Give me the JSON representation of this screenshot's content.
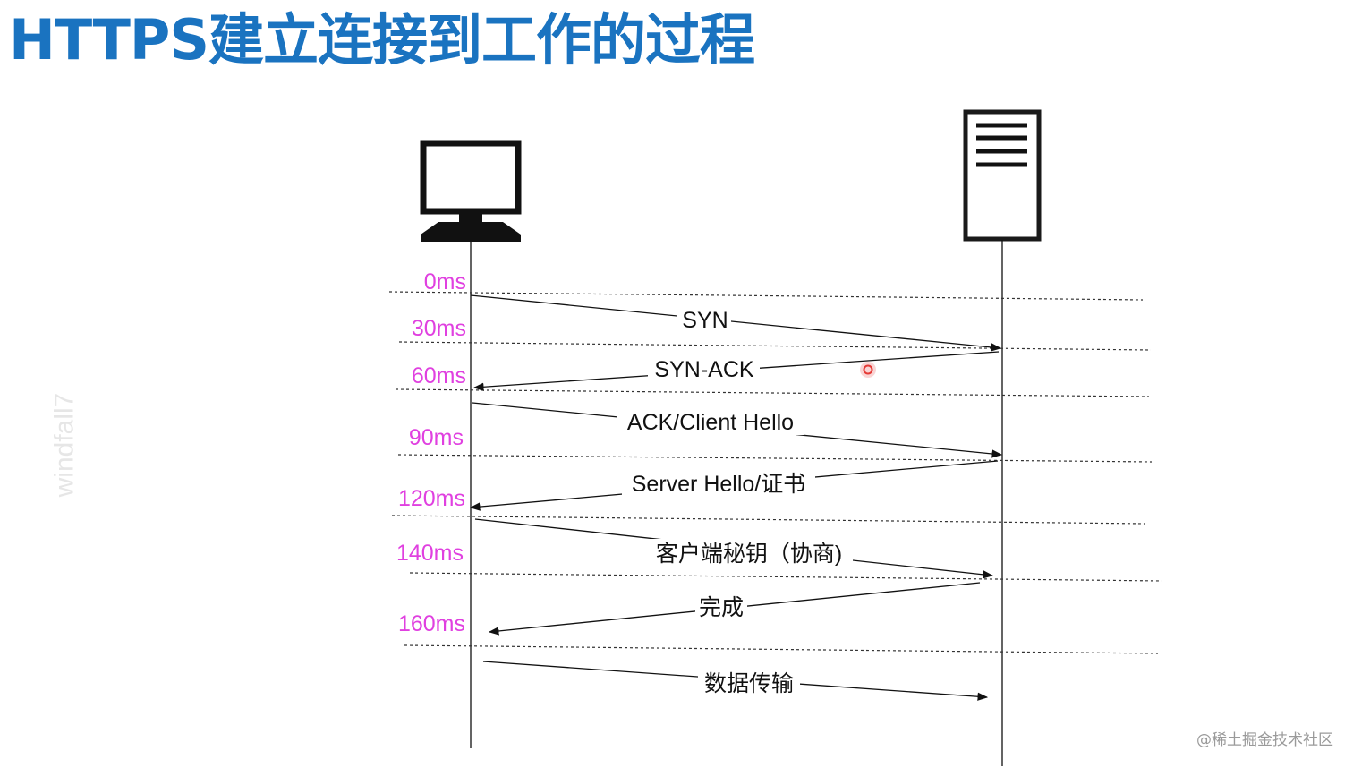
{
  "title": "HTTPS建立连接到工作的过程",
  "watermark_left": "windfall7",
  "watermark_br": "@稀土掘金技术社区",
  "colors": {
    "title": "#1a73c0",
    "time": "#e040e0",
    "line": "#111111",
    "pointer": "#e53935"
  },
  "icons": {
    "client": "computer-monitor-icon",
    "server": "server-icon"
  },
  "timeline": [
    {
      "label": "0ms"
    },
    {
      "label": "30ms"
    },
    {
      "label": "60ms"
    },
    {
      "label": "90ms"
    },
    {
      "label": "120ms"
    },
    {
      "label": "140ms"
    },
    {
      "label": "160ms"
    }
  ],
  "messages": [
    {
      "label": "SYN",
      "direction": "client-to-server"
    },
    {
      "label": "SYN-ACK",
      "direction": "server-to-client"
    },
    {
      "label": "ACK/Client Hello",
      "direction": "client-to-server"
    },
    {
      "label": "Server Hello/证书",
      "direction": "server-to-client"
    },
    {
      "label": "客户端秘钥（协商)",
      "direction": "client-to-server"
    },
    {
      "label": "完成",
      "direction": "server-to-client"
    },
    {
      "label": "数据传输",
      "direction": "client-to-server"
    }
  ]
}
